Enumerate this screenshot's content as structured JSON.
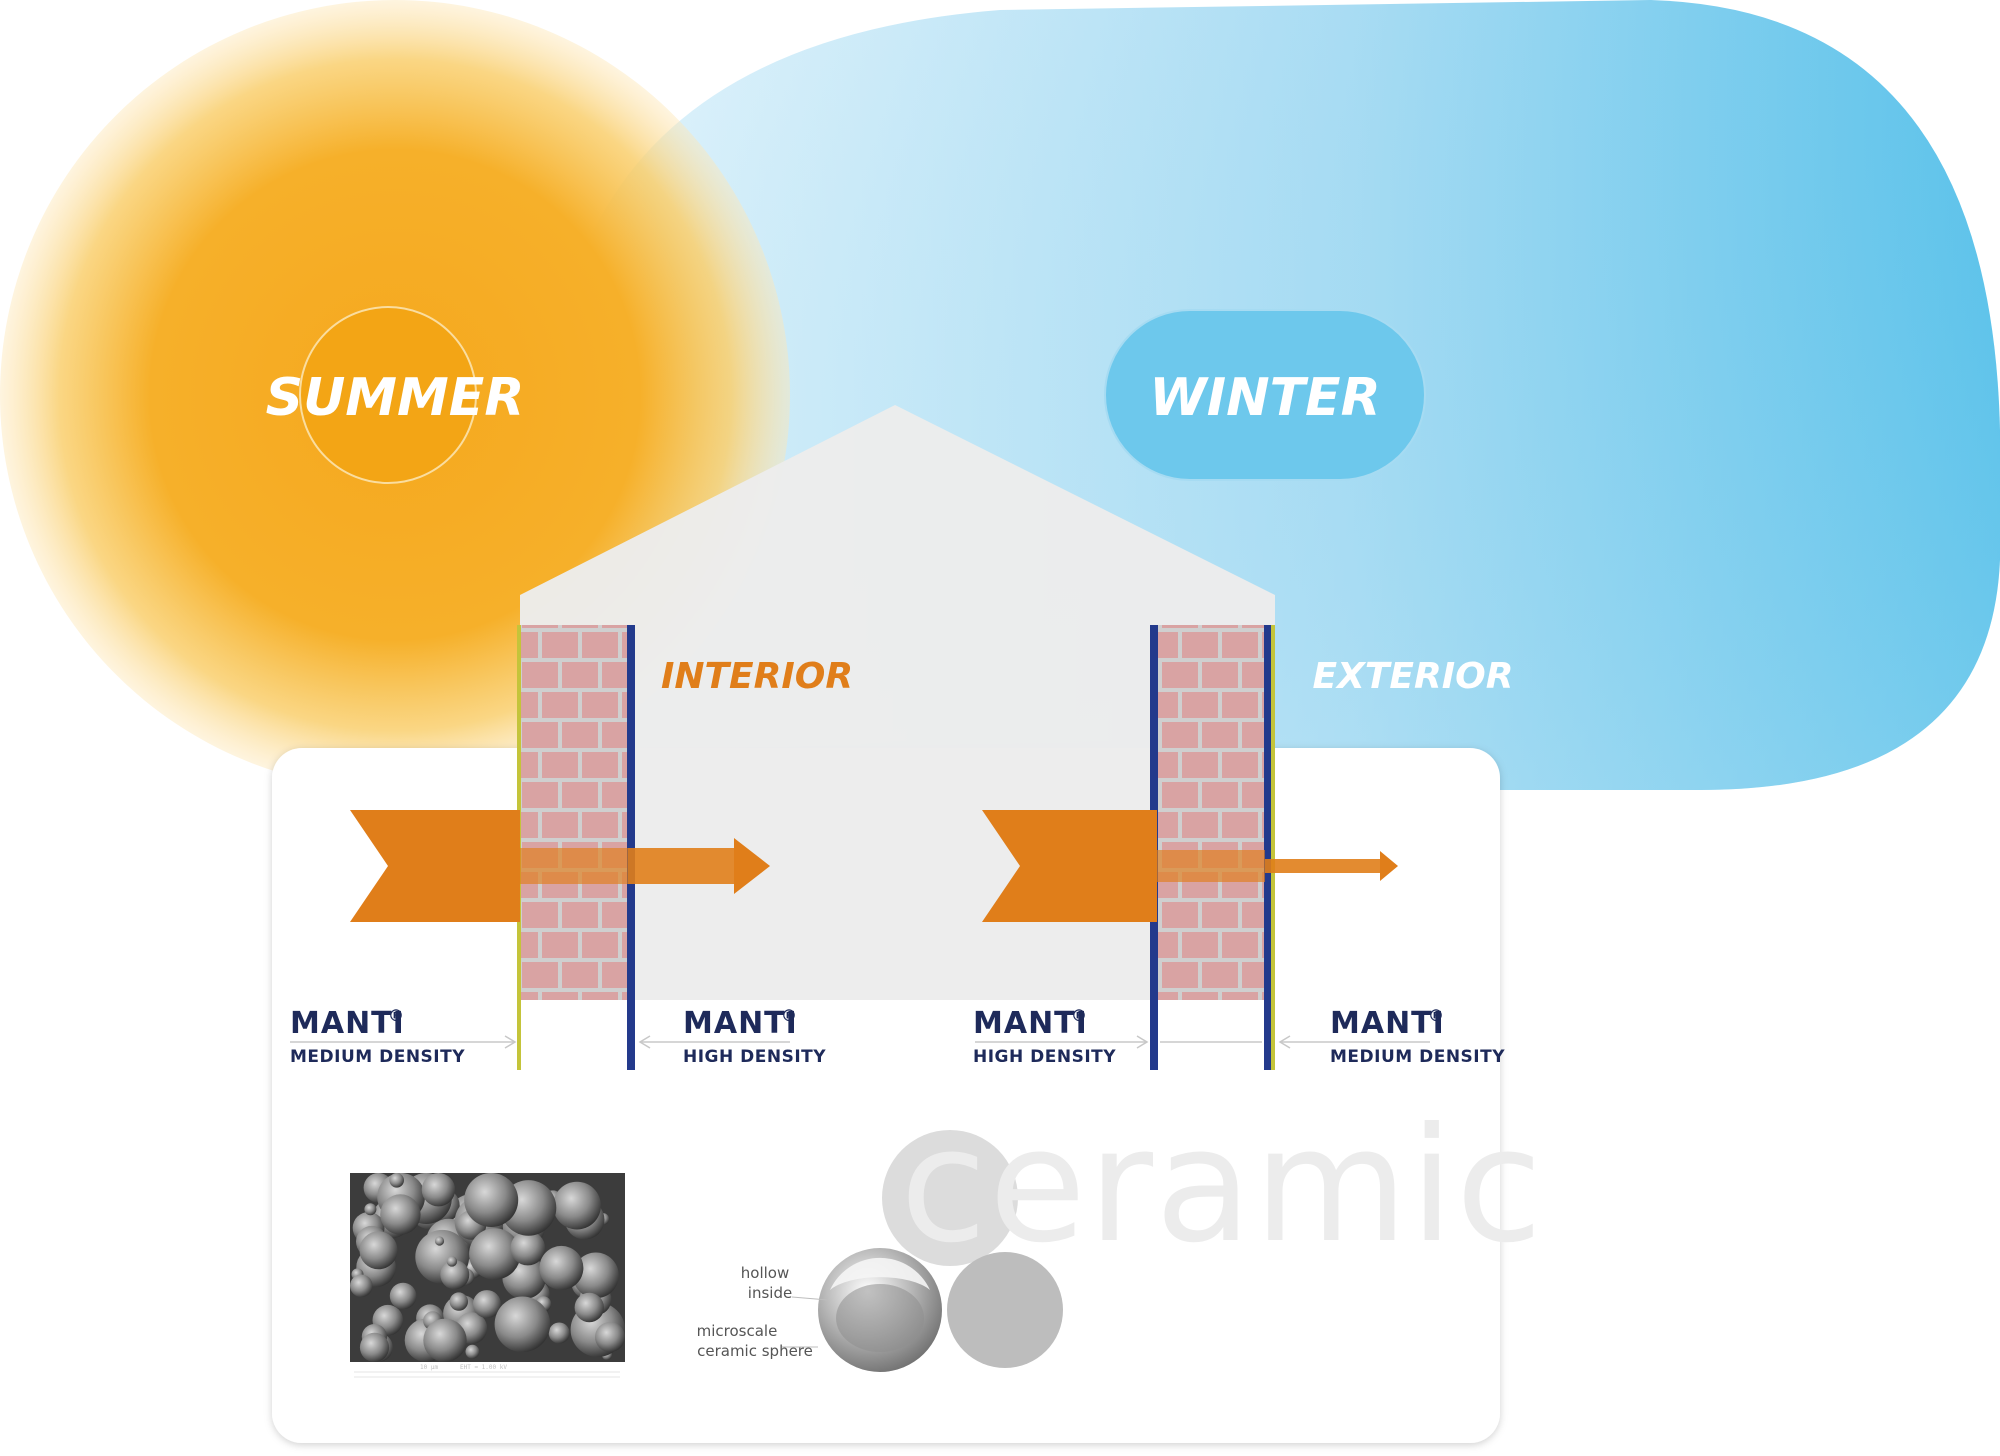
{
  "seasons": {
    "summer": "SUMMER",
    "winter": "WINTER"
  },
  "zones": {
    "interior": "INTERIOR",
    "exterior": "EXTERIOR"
  },
  "materials": {
    "brand": "MANTI",
    "trademark": "®",
    "medium": "MEDIUM DENSITY",
    "high": "HIGH DENSITY"
  },
  "ceramic": {
    "word": "ceramic",
    "hollow_line1": "hollow",
    "hollow_line2": "inside",
    "sphere_line1": "microscale",
    "sphere_line2": "ceramic sphere"
  },
  "sem_image": {
    "scale_label": "10 µm",
    "detector_label": "EHT = 1.00 kV"
  },
  "colors": {
    "summer": "#f5a81e",
    "winter": "#5fc4ea",
    "interior_text": "#e07e1a",
    "exterior_text": "#ffffff",
    "arrow": "#e07e1a",
    "brick": "#d9a3a3",
    "high_density": "#233a8c",
    "medium_density": "#c4c43a",
    "brand_text": "#1e2a5a",
    "house": "#ececec"
  }
}
